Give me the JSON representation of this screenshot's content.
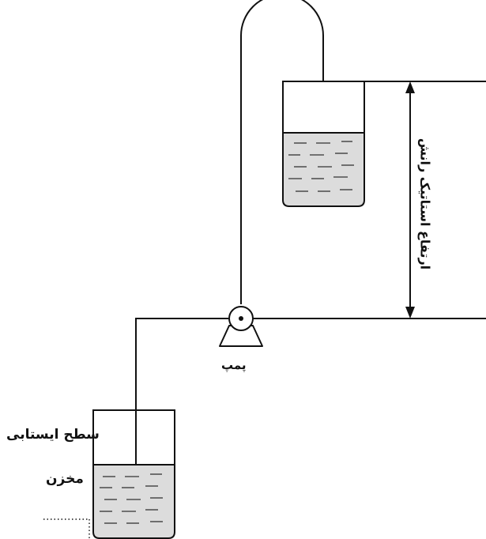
{
  "labels": {
    "pump": "پمپ",
    "suction_level": "سطح ایستابی",
    "reservoir": "مخزن",
    "static_head": "ارتفاع استاتیک رانش"
  },
  "colors": {
    "line": "#111111",
    "water": "#dcdcdc"
  },
  "icons": {
    "pump": "pump-icon",
    "height_arrow": "double-headed-arrow-icon"
  }
}
